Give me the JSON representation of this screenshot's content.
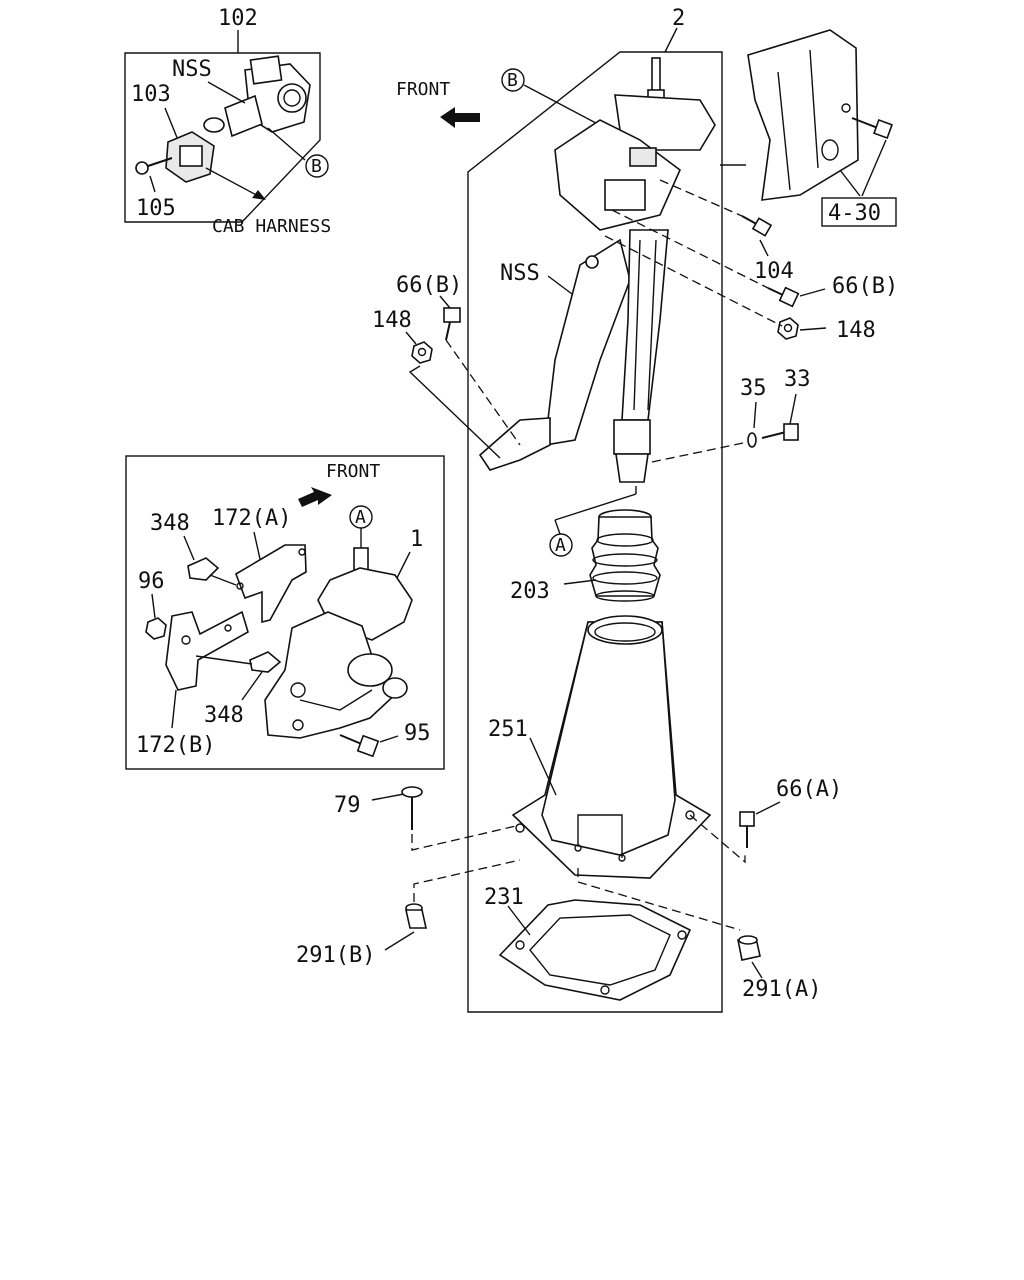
{
  "colors": {
    "ink": "#111111",
    "background": "#ffffff",
    "shade": "#e9e9e9"
  },
  "labels": {
    "l102": "102",
    "l2": "2",
    "nss_top": "NSS",
    "l103": "103",
    "l105": "105",
    "b_top": "B",
    "cab_harness": "CAB HARNESS",
    "front_top": "FRONT",
    "b_main": "B",
    "ref_4_30": "4-30",
    "l104": "104",
    "l66b_right": "66(B)",
    "l148_right": "148",
    "nss_main": "NSS",
    "l66b_left": "66(B)",
    "l148_left": "148",
    "l35": "35",
    "l33": "33",
    "a_main": "A",
    "l203": "203",
    "front_inset": "FRONT",
    "l348_top": "348",
    "l172a": "172(A)",
    "a_inset": "A",
    "l1": "1",
    "l96": "96",
    "l348_bottom": "348",
    "l172b": "172(B)",
    "l95": "95",
    "l251": "251",
    "l79": "79",
    "l66a": "66(A)",
    "l231": "231",
    "l291b": "291(B)",
    "l291a": "291(A)"
  },
  "icons": [
    "front-arrow-icon",
    "circled-b-icon",
    "circled-a-icon"
  ]
}
